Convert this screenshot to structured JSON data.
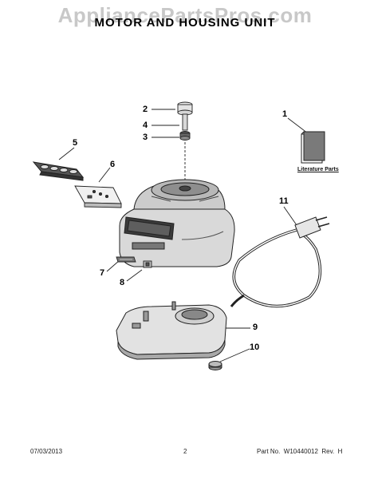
{
  "watermark": "AppliancePartsPros.com",
  "title": "MOTOR AND HOUSING UNIT",
  "literature_label": "Literature Parts",
  "callouts": [
    "1",
    "2",
    "3",
    "4",
    "5",
    "6",
    "7",
    "8",
    "9",
    "10",
    "11"
  ],
  "footer": {
    "date": "07/03/2013",
    "page": "2",
    "part": "Part No.  W10440012  Rev.  H"
  }
}
